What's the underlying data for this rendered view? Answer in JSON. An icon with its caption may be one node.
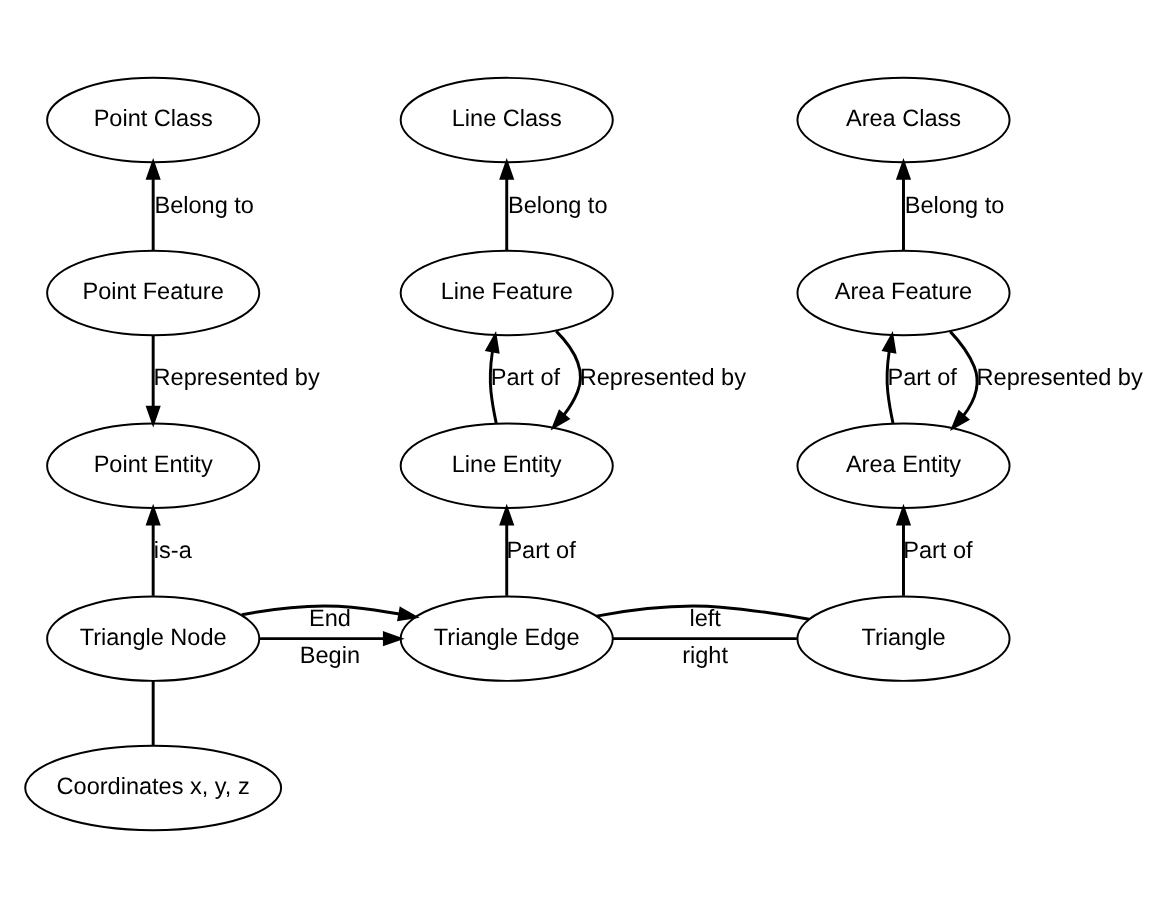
{
  "diagram": {
    "nodes": [
      {
        "text": [
          "Point Class"
        ]
      },
      {
        "text": [
          "Line Class"
        ]
      },
      {
        "text": [
          "Area Class"
        ]
      },
      {
        "text": [
          "Point Feature"
        ]
      },
      {
        "text": [
          "Line Feature"
        ]
      },
      {
        "text": [
          "Area Feature"
        ]
      },
      {
        "text": [
          "Point Entity"
        ]
      },
      {
        "text": [
          "Line Entity"
        ]
      },
      {
        "text": [
          "Area Entity"
        ]
      },
      {
        "text": [
          "Triangle Node"
        ]
      },
      {
        "text": [
          "Triangle Edge"
        ]
      },
      {
        "text": [
          "Triangle"
        ]
      },
      {
        "text": [
          "Coordinates x, y, z"
        ]
      }
    ],
    "edges": [
      {
        "from": 3,
        "to": 0,
        "arrow": "to",
        "label": "Belong to"
      },
      {
        "from": 4,
        "to": 1,
        "arrow": "to",
        "label": "Belong to"
      },
      {
        "from": 5,
        "to": 2,
        "arrow": "to",
        "label": "Belong to"
      },
      {
        "from": 3,
        "to": 6,
        "arrow": "to",
        "label": "Represented by"
      },
      {
        "from": 4,
        "to": 7,
        "arrow": "to",
        "label": "Represented by"
      },
      {
        "from": 7,
        "to": 4,
        "arrow": "to",
        "label": "Part of"
      },
      {
        "from": 5,
        "to": 8,
        "arrow": "to",
        "label": "Represented by"
      },
      {
        "from": 8,
        "to": 5,
        "arrow": "to",
        "label": "Part of"
      },
      {
        "from": 9,
        "to": 6,
        "arrow": "to",
        "label": "is-a"
      },
      {
        "from": 10,
        "to": 7,
        "arrow": "to",
        "label": "Part of"
      },
      {
        "from": 11,
        "to": 8,
        "arrow": "to",
        "label": "Part of"
      },
      {
        "from": 9,
        "to": 10,
        "arrow": "to",
        "label": "Begin"
      },
      {
        "from": 9,
        "to": 10,
        "arrow": "to",
        "label": "End"
      },
      {
        "from": 10,
        "to": 11,
        "arrow": "none",
        "label": "left"
      },
      {
        "from": 10,
        "to": 11,
        "arrow": "none",
        "label": "right"
      },
      {
        "from": 12,
        "to": 9,
        "arrow": "none"
      }
    ]
  }
}
